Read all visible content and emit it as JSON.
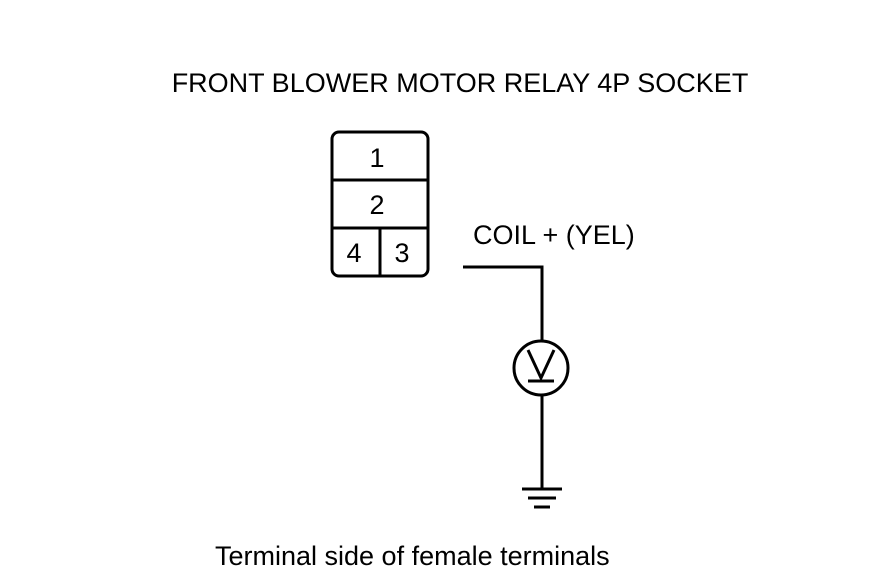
{
  "title": "FRONT BLOWER MOTOR RELAY 4P SOCKET",
  "caption": "Terminal side of female terminals",
  "socket": {
    "terminals": [
      "1",
      "2",
      "4",
      "3"
    ]
  },
  "wire": {
    "label": "COIL +  (YEL)"
  },
  "meter": {
    "symbol": "V"
  }
}
